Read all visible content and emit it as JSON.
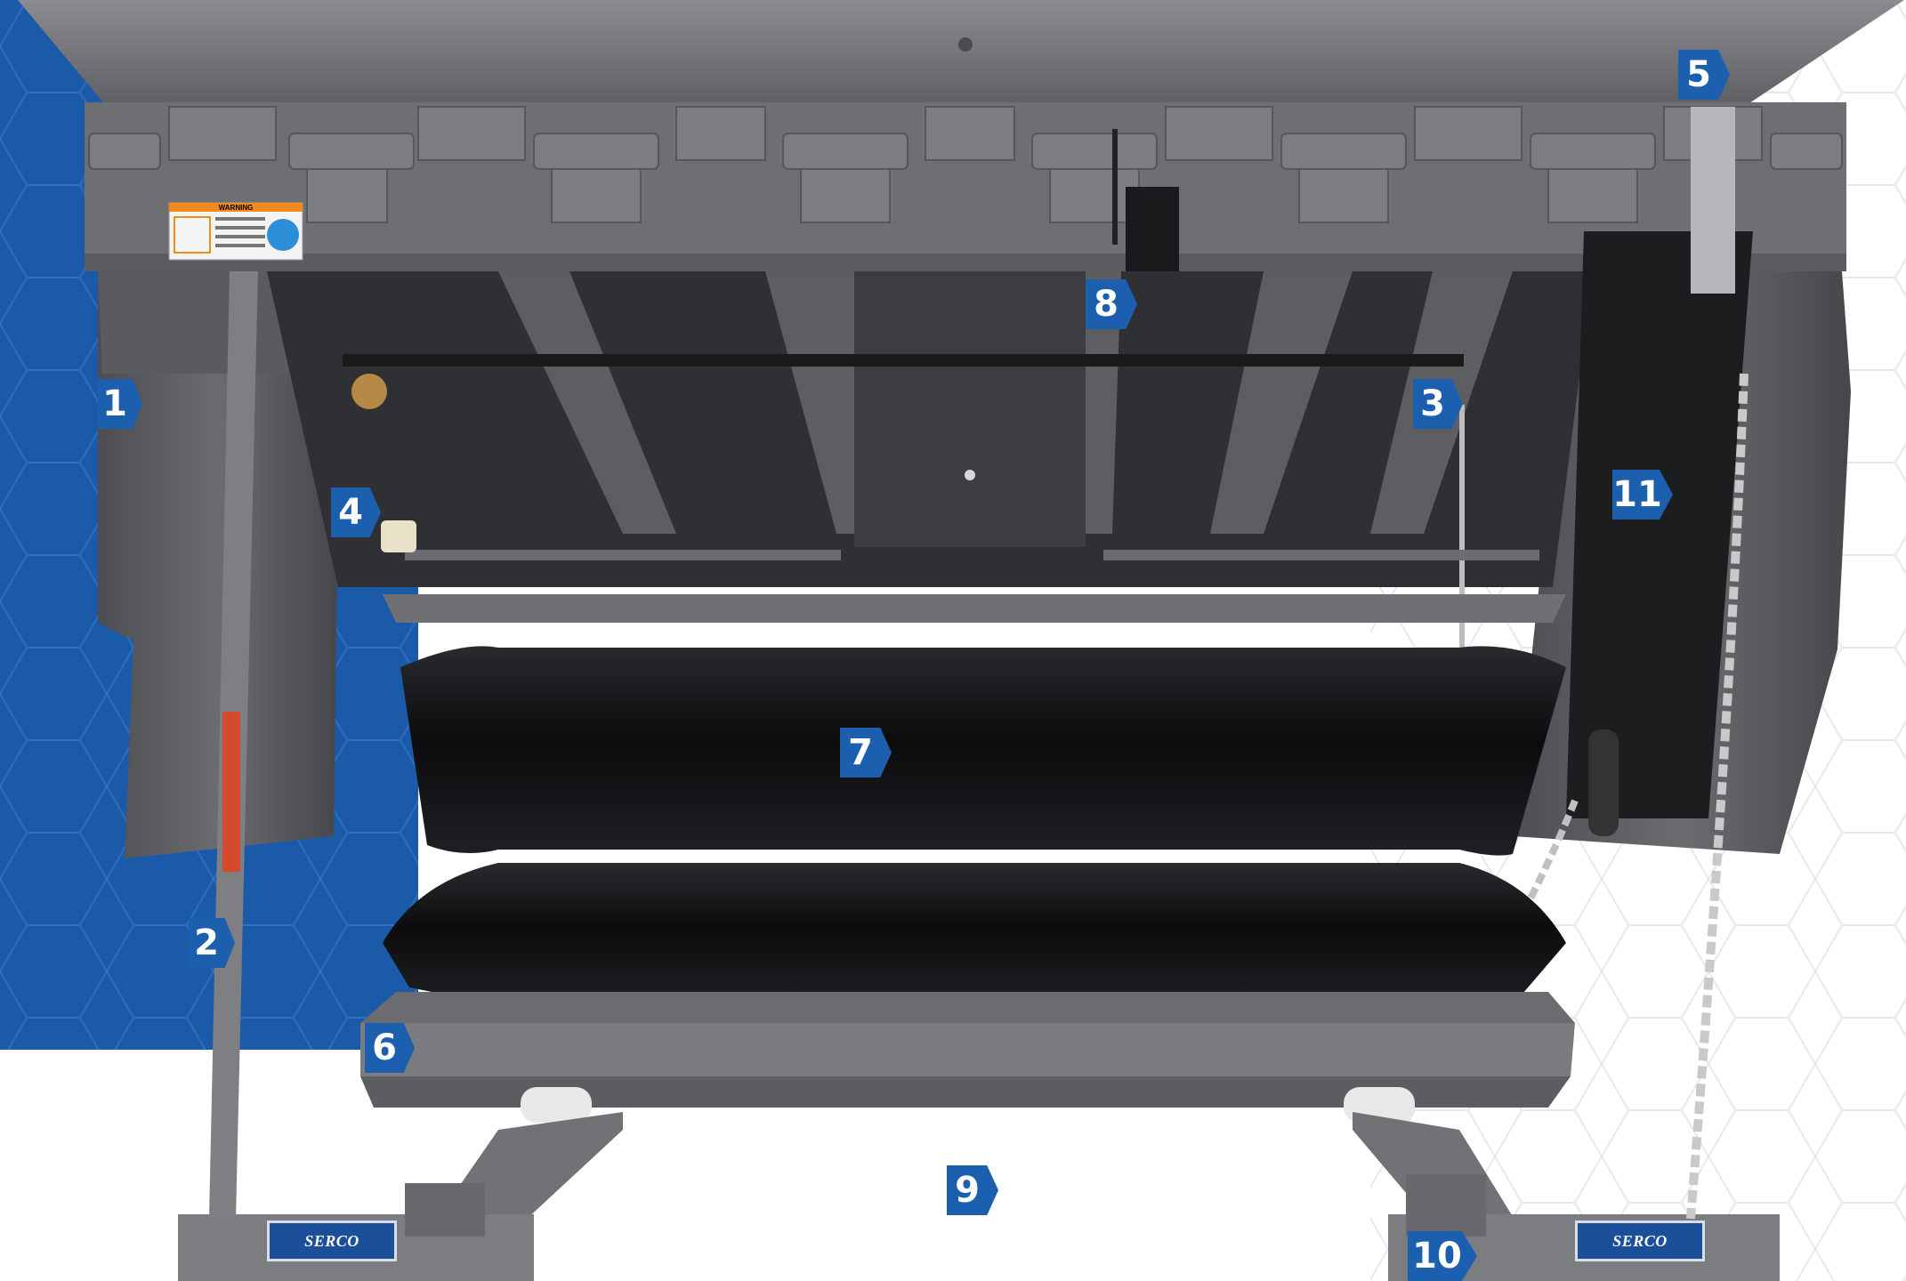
{
  "callouts": [
    {
      "label": "1"
    },
    {
      "label": "2"
    },
    {
      "label": "3"
    },
    {
      "label": "4"
    },
    {
      "label": "5"
    },
    {
      "label": "6"
    },
    {
      "label": "7"
    },
    {
      "label": "8"
    },
    {
      "label": "9"
    },
    {
      "label": "10"
    },
    {
      "label": "11"
    }
  ],
  "brand_logo": "SERCO",
  "warning_decal": "WARNING",
  "colors": {
    "background_blue": "#1a5aa8",
    "callout_blue": "#1c5fae",
    "steel_gray": "#6f7174",
    "airbag_black": "#111214"
  }
}
